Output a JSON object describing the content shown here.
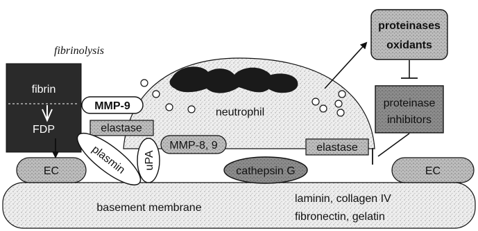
{
  "diagram": {
    "fibrinolysis_label": "fibrinolysis",
    "fibrin_label": "fibrin",
    "fdp_label": "FDP",
    "mmp9_label": "MMP-9",
    "elastase_left_label": "elastase",
    "plasmin_label": "plasmin",
    "upa_label": "uPA",
    "mmp89_label": "MMP-8, 9",
    "neutrophil_label": "neutrophil",
    "cathepsin_label": "cathepsin G",
    "elastase_right_label": "elastase",
    "ec_left_label": "EC",
    "ec_right_label": "EC",
    "bm_label": "basement membrane",
    "components_line1": "laminin, collagen IV",
    "components_line2": "fibronectin, gelatin",
    "prot_ox_line1": "proteinases",
    "prot_ox_line2": "oxidants",
    "prot_inh_line1": "proteinase",
    "prot_inh_line2": "inhibitors"
  },
  "colors": {
    "stipple_light": "#e2e2e2",
    "stipple_dark": "#9a9a9a",
    "fibrin_box": "#2a2a2a",
    "nuclei": "#1a1a1a",
    "outline": "#111111"
  }
}
